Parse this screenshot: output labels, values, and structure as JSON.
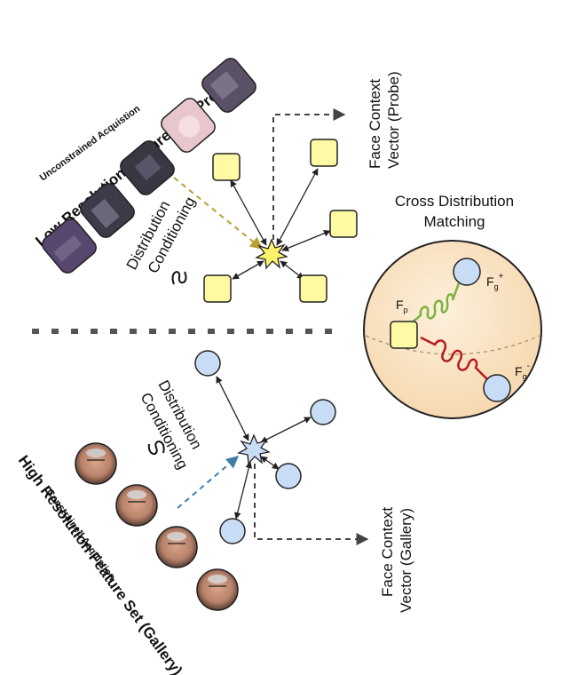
{
  "probe_section": {
    "subtitle": "Unconstrained Acquistion",
    "title": "Low Resolution Feature Set (Probes)",
    "conditioning_line1": "Distribution",
    "conditioning_line2": "Conditioning",
    "vector_line1": "Face Context",
    "vector_line2": "Vector (Probe)"
  },
  "gallery_section": {
    "title": "High Resolution Feature Set (Gallery)",
    "subtitle": "Constrained Acquistion",
    "conditioning_line1": "Distribution",
    "conditioning_line2": "Conditioning",
    "vector_line1": "Face Context",
    "vector_line2": "Vector (Gallery)"
  },
  "matching": {
    "title_line1": "Cross Distribution",
    "title_line2": "Matching",
    "fp_base": "F",
    "fp_sub": "p",
    "fg_pos_base": "F",
    "fg_pos_sub": "g",
    "fg_pos_sup": "+",
    "fg_neg_base": "F",
    "fg_neg_sub": "g",
    "fg_neg_sup": "-"
  },
  "colors": {
    "probe_node": "#fdfaa3",
    "gallery_node": "#c9dcf5",
    "sphere": "#fbe4c4",
    "positive_spring": "#7cb342",
    "negative_spring": "#b71c1c",
    "probe_arrow": "#b9a032",
    "gallery_arrow": "#3f7fa6"
  }
}
